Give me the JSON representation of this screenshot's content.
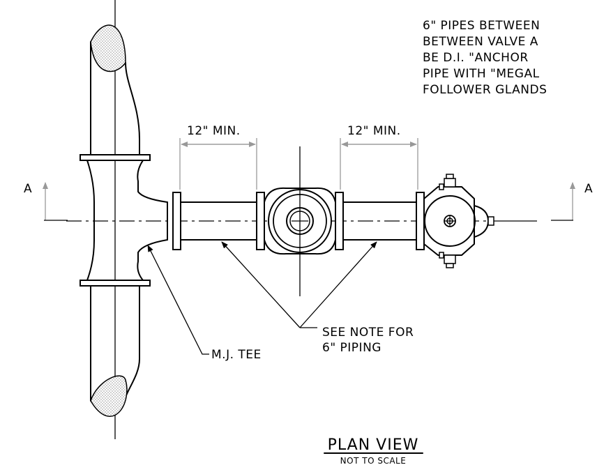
{
  "note": {
    "lines": [
      "6\" PIPES BETWEEN",
      "BETWEEN VALVE A",
      "BE D.I. \"ANCHOR",
      "PIPE WITH \"MEGAL",
      "FOLLOWER GLANDS"
    ]
  },
  "dimensions": {
    "left": "12\" MIN.",
    "right": "12\" MIN."
  },
  "section_marks": {
    "left": "A",
    "right": "A"
  },
  "callouts": {
    "see_note_line1": "SEE NOTE FOR",
    "see_note_line2": "6\" PIPING",
    "tee": "M.J. TEE"
  },
  "title": {
    "main": "PLAN VIEW",
    "sub": "NOT TO SCALE"
  },
  "colors": {
    "line": "#000000",
    "dimension": "#999999",
    "hatch": "#bfbfbf"
  }
}
